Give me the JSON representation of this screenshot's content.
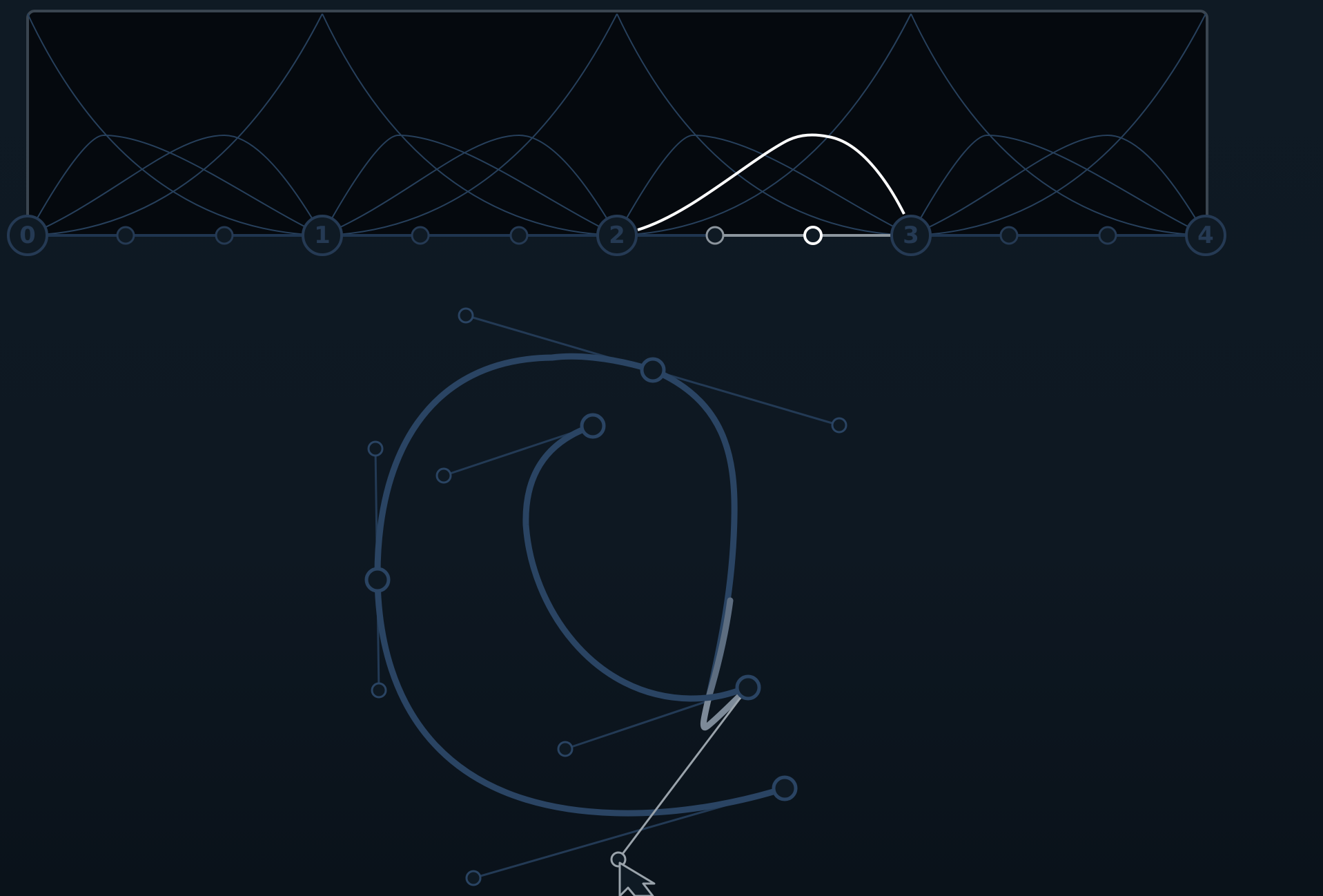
{
  "basis_panel": {
    "knot_labels": [
      "0",
      "1",
      "2",
      "3",
      "4"
    ],
    "highlighted_segment": "2-3",
    "colors": {
      "panel_bg": "#05090e",
      "panel_border": "#3a4550",
      "basis_curve": "#27405c",
      "highlight_curve": "#ffffff",
      "knot_fill": "#0f1a24",
      "knot_stroke": "#253a54"
    }
  },
  "curve_editor": {
    "colors": {
      "curve": "#2a4463",
      "curve_active": "#7d8a98",
      "handle_line": "#233a55",
      "active_handle": "#9aa3ab"
    }
  },
  "cursor": {
    "icon": "arrow-cursor-icon"
  }
}
